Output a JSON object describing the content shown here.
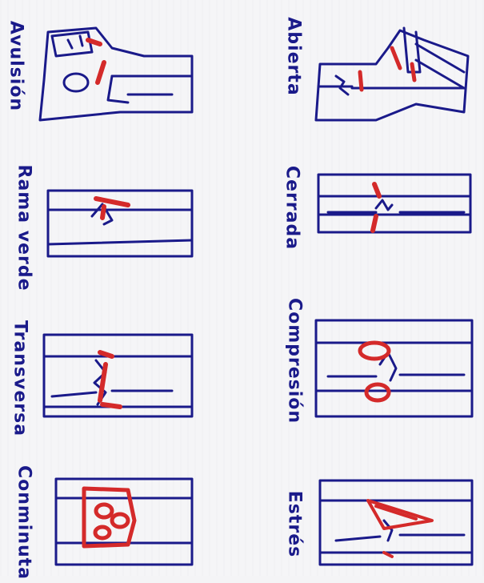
{
  "labels": {
    "abierta": "Abierta",
    "avulsion": "Avulsión",
    "cerrada": "Cerrada",
    "rama_verde": "Rama verde",
    "compresion": "Compresión",
    "transversa": "Transversa",
    "estres": "Estrés",
    "conminuta": "Conminuta"
  },
  "colors": {
    "ink": "#1a1a8a",
    "red": "#d42a2a",
    "paper": "#f5f5f7"
  }
}
